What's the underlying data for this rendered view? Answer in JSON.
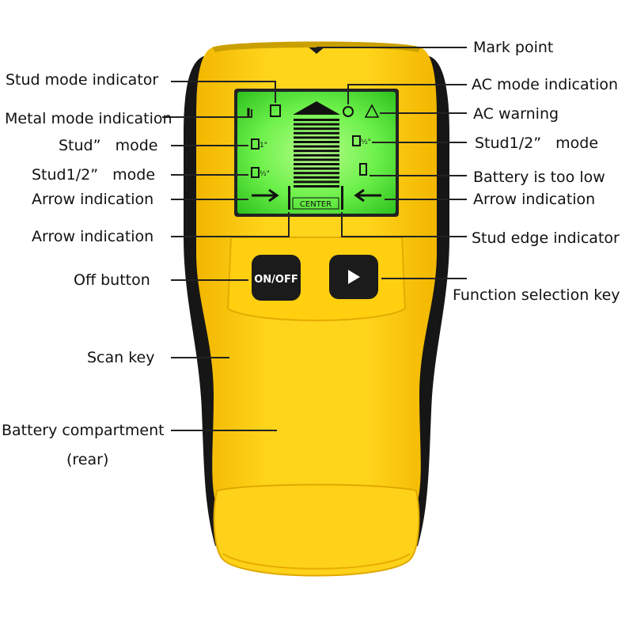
{
  "device": {
    "lcd": {
      "center_text": "CENTER"
    },
    "buttons": {
      "power_label": "ON/OFF",
      "function_glyph": "▶"
    }
  },
  "labels": {
    "mark_point": "Mark point",
    "stud_mode_indicator": "Stud mode indicator",
    "ac_mode_indication": "AC mode indication",
    "metal_mode_indication": "Metal mode indication",
    "ac_warning": "AC warning",
    "stud_mode": "Stud”   mode",
    "stud_half_mode_right": "Stud1/2”   mode",
    "stud_half_mode_left": "Stud1/2”   mode",
    "battery_low": "Battery is too low",
    "arrow_indication_left": "Arrow indication",
    "arrow_indication_right": "Arrow indication",
    "arrow_indication_lower": "Arrow indication",
    "stud_edge_indicator": "Stud edge indicator",
    "off_button": "Off button",
    "function_selection_key": "Function selection key",
    "scan_key": "Scan key",
    "battery_compartment": "Battery compartment",
    "battery_compartment_sub": "(rear)"
  },
  "colors": {
    "body_yellow": "#ffd21a",
    "body_dark_yellow": "#f0b400",
    "grip_black": "#1a1a1a",
    "lcd_green": "#5ef23a",
    "leader_line": "#222222"
  }
}
